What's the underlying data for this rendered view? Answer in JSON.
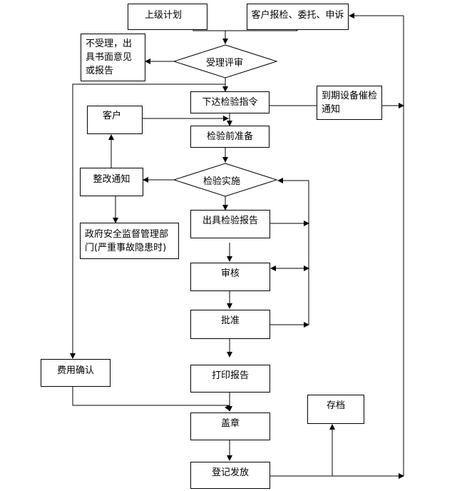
{
  "nodes": {
    "superior_plan": "上级计划",
    "client_report": "客户报检、委托、申诉",
    "not_accepted": "不受理，出具书面意见或报告",
    "acceptance_review": "受理评审",
    "issue_instruction": "下达检验指令",
    "due_equipment_notice": "到期设备催检通知",
    "client": "客户",
    "pre_inspection_prep": "检验前准备",
    "rectification_notice": "整改通知",
    "inspection_impl": "检验实施",
    "issue_report": "出具检验报告",
    "gov_department": "政府安全监督管理部门(严重事故隐患时)",
    "review": "审核",
    "approval": "批准",
    "fee_confirm": "费用确认",
    "print_report": "打印报告",
    "seal": "盖章",
    "archive": "存档",
    "register_issue": "登记发放"
  }
}
